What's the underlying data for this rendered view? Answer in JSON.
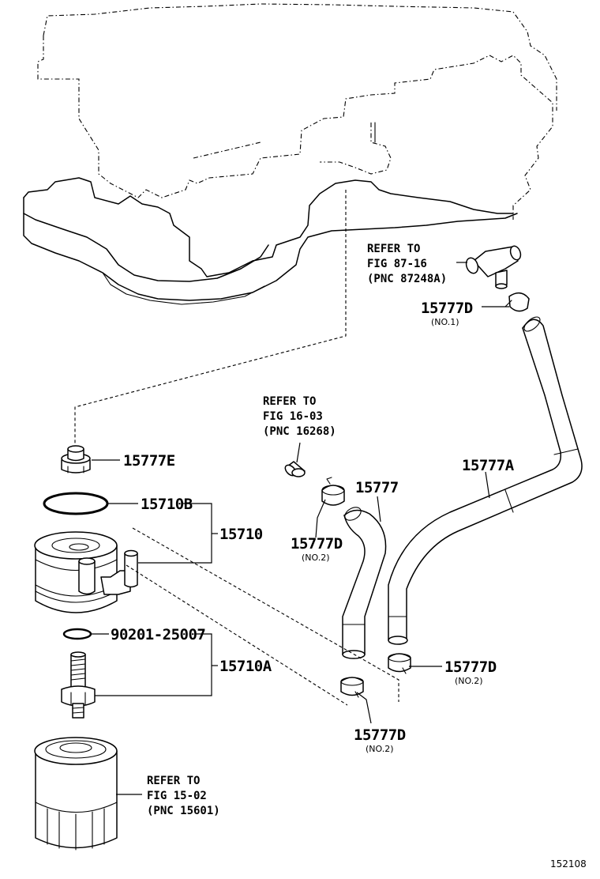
{
  "diagram": {
    "parts": {
      "p15777E": "15777E",
      "p15710B": "15710B",
      "p15710": "15710",
      "p90201": "90201-25007",
      "p15710A": "15710A",
      "p15777": "15777",
      "p15777A": "15777A",
      "p15777D_no1": "15777D",
      "p15777D_no2a": "15777D",
      "p15777D_no2b": "15777D",
      "p15777D_no2c": "15777D"
    },
    "notes": {
      "no1": "(NO.1)",
      "no2a": "(NO.2)",
      "no2b": "(NO.2)",
      "no2c": "(NO.2)"
    },
    "refs": {
      "fig8716": {
        "line1": "REFER TO",
        "line2": "FIG 87-16",
        "line3": "(PNC 87248A)"
      },
      "fig1603": {
        "line1": "REFER TO",
        "line2": "FIG 16-03",
        "line3": "(PNC 16268)"
      },
      "fig1502": {
        "line1": "REFER TO",
        "line2": "FIG 15-02",
        "line3": "(PNC 15601)"
      }
    },
    "figure_number": "152108"
  }
}
